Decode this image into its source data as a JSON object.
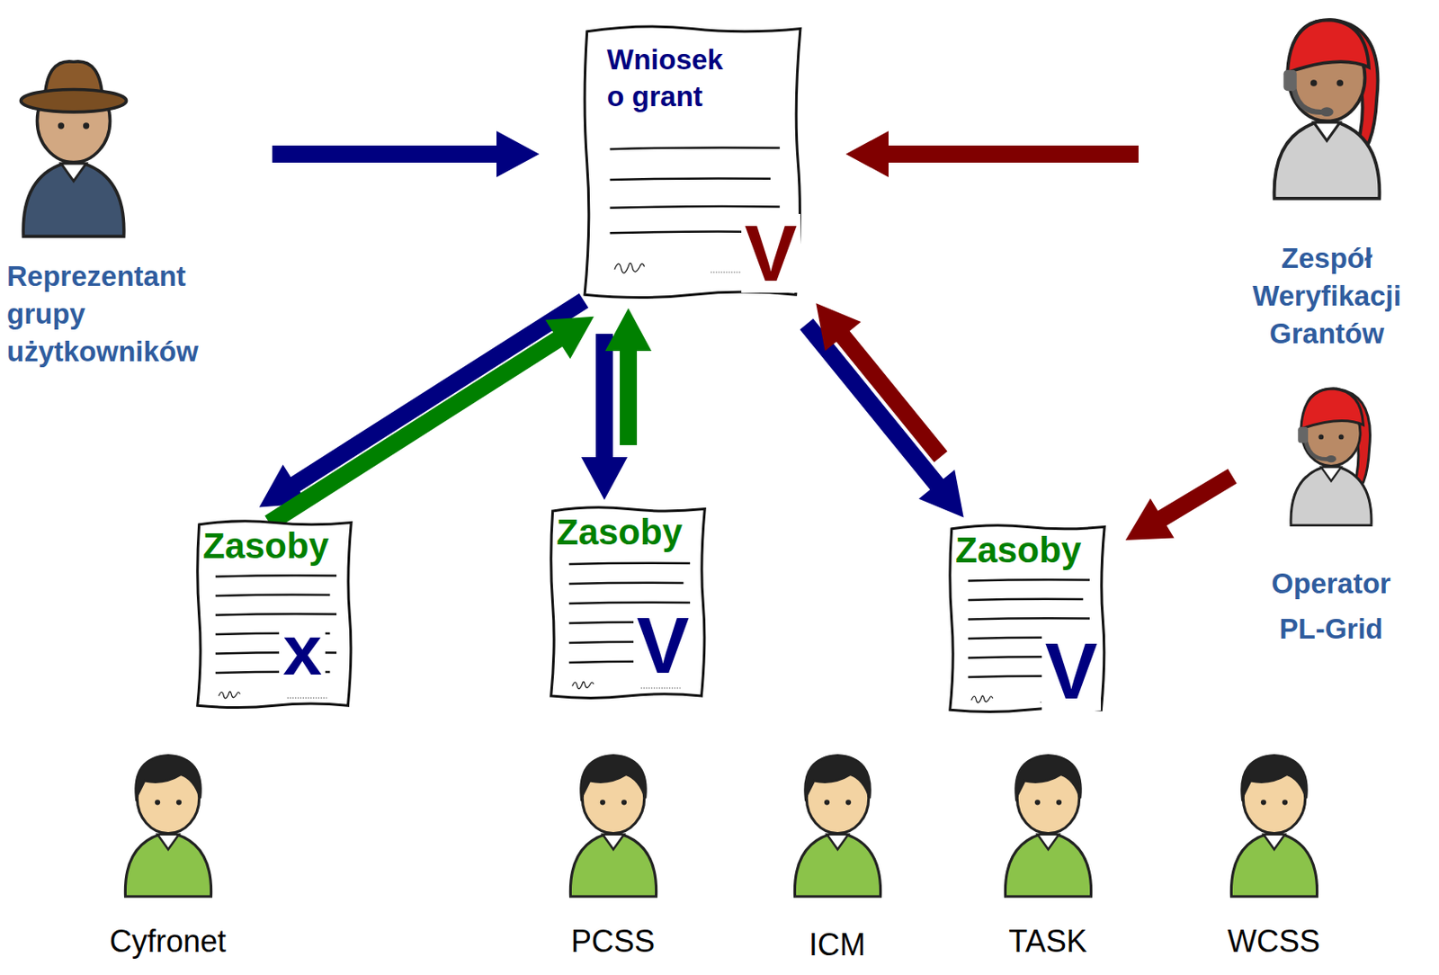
{
  "diagram": {
    "nodes": [
      {
        "text": [
          "Reprezentant grupy użytkowników"
        ]
      },
      {
        "text": [
          "Wniosek o grant",
          "V"
        ]
      },
      {
        "text": [
          "Zespół Weryfikacji Grantów"
        ]
      },
      {
        "text": [
          "Zasoby",
          "x"
        ]
      },
      {
        "text": [
          "Zasoby",
          "V"
        ]
      },
      {
        "text": [
          "Zasoby",
          "V"
        ]
      },
      {
        "text": [
          "Operator PL-Grid"
        ]
      },
      {
        "text": [
          "Cyfronet"
        ]
      },
      {
        "text": [
          "PCSS"
        ]
      },
      {
        "text": [
          "ICM"
        ]
      },
      {
        "text": [
          "TASK"
        ]
      },
      {
        "text": [
          "WCSS"
        ]
      }
    ],
    "edges": [
      {
        "from": 0,
        "to": 1,
        "arrow": "to"
      },
      {
        "from": 2,
        "to": 1,
        "arrow": "to"
      },
      {
        "from": 1,
        "to": 3,
        "arrow": "to"
      },
      {
        "from": 3,
        "to": 1,
        "arrow": "to"
      },
      {
        "from": 1,
        "to": 4,
        "arrow": "to"
      },
      {
        "from": 4,
        "to": 1,
        "arrow": "to"
      },
      {
        "from": 1,
        "to": 5,
        "arrow": "to"
      },
      {
        "from": 5,
        "to": 1,
        "arrow": "to"
      },
      {
        "from": 6,
        "to": 5,
        "arrow": "to"
      }
    ]
  }
}
